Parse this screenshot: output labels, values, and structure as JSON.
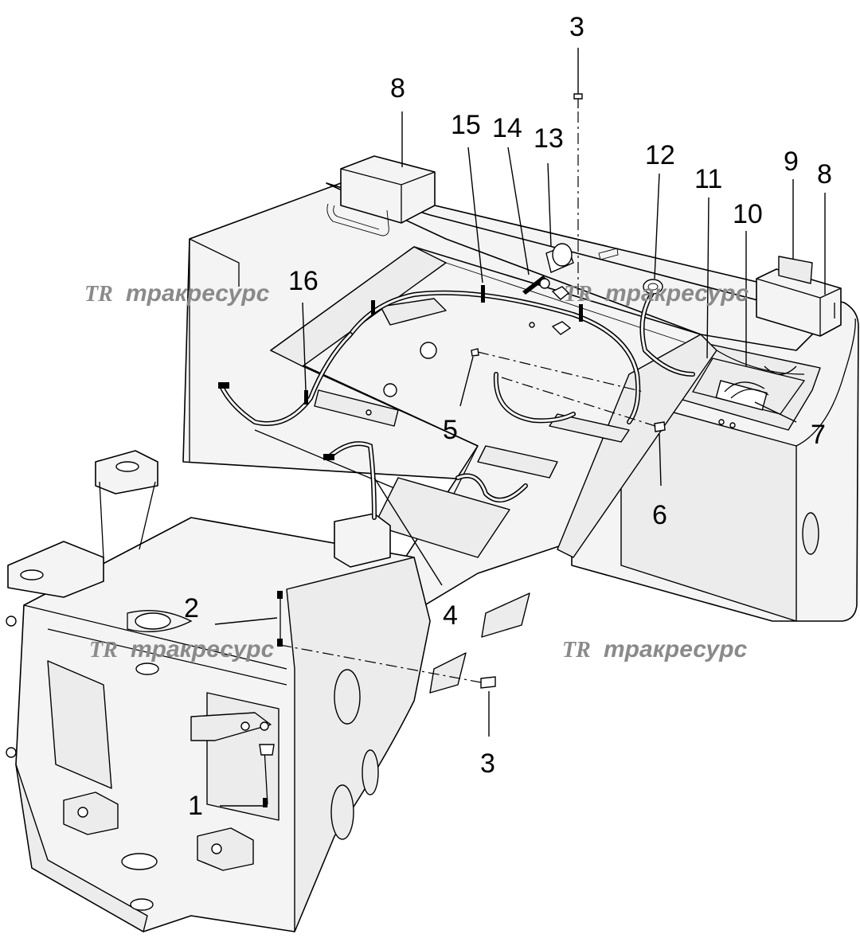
{
  "watermark": {
    "logo": "TR",
    "text": "тракресурс"
  },
  "callouts": {
    "c1": "1",
    "c2": "2",
    "c3_top": "3",
    "c3_bottom": "3",
    "c4": "4",
    "c5": "5",
    "c6": "6",
    "c7": "7",
    "c8_left": "8",
    "c8_right": "8",
    "c9": "9",
    "c10": "10",
    "c11": "11",
    "c12": "12",
    "c13": "13",
    "c14": "14",
    "c15": "15",
    "c16": "16"
  },
  "colors": {
    "line": "#000000",
    "fill": "#f4f4f4",
    "watermark": "#8a8a8a"
  }
}
